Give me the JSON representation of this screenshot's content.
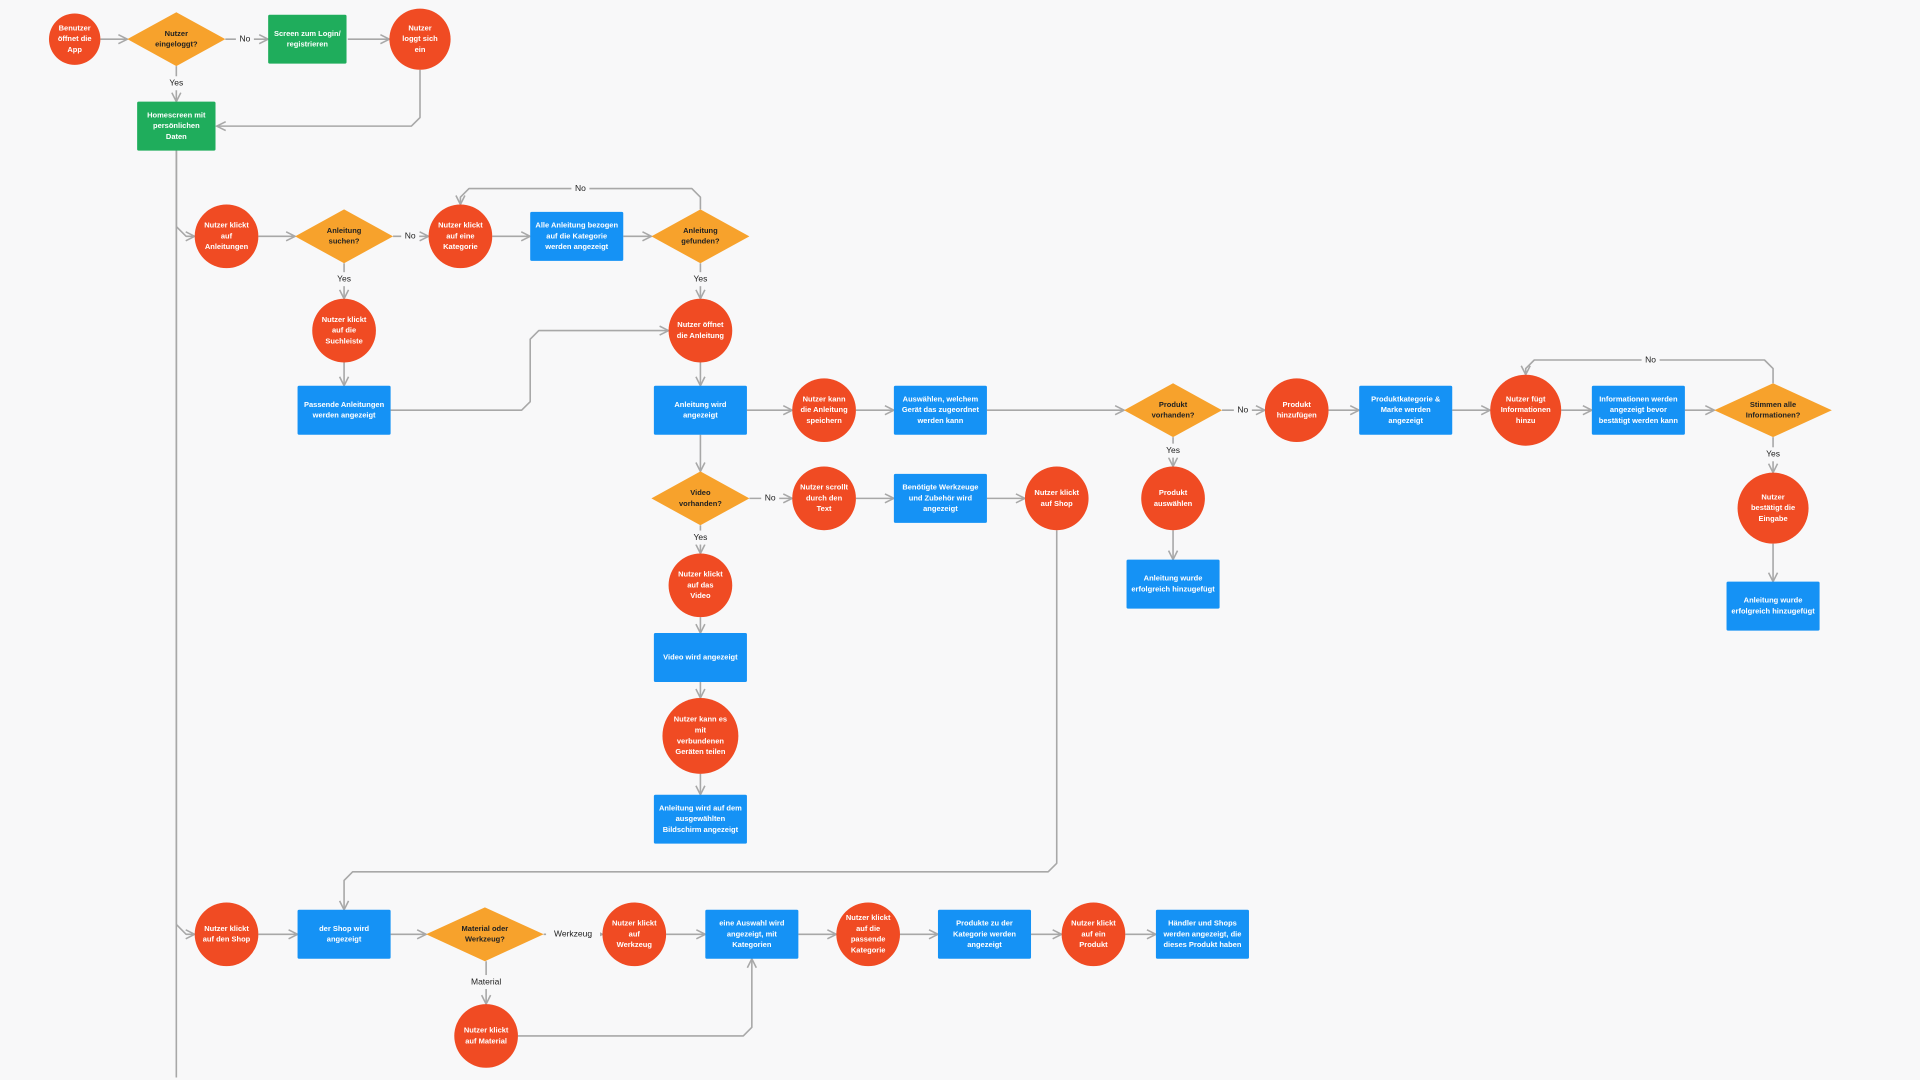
{
  "colors": {
    "background": "#f8f8f9",
    "start_end": "#f04b23",
    "decision": "#f7a22c",
    "process": "#1592f5",
    "screen": "#1fad5c",
    "edge": "#a8a8a8",
    "node_text": "#ffffff",
    "decision_text": "#222222"
  },
  "nodes": [
    {
      "id": "n1",
      "kind": "circle",
      "lines": [
        "Benutzer",
        "öffnet die",
        "App"
      ]
    },
    {
      "id": "n2",
      "kind": "diamond",
      "lines": [
        "Nutzer",
        "eingeloggt?"
      ]
    },
    {
      "id": "n3",
      "kind": "screen",
      "lines": [
        "Screen zum Login/",
        "registrieren"
      ]
    },
    {
      "id": "n4",
      "kind": "circle",
      "lines": [
        "Nutzer",
        "loggt sich",
        "ein"
      ]
    },
    {
      "id": "n5",
      "kind": "screen",
      "lines": [
        "Homescreen mit",
        "persönlichen",
        "Daten"
      ]
    },
    {
      "id": "a1",
      "kind": "circle",
      "lines": [
        "Nutzer klickt",
        "auf",
        "Anleitungen"
      ]
    },
    {
      "id": "a2",
      "kind": "diamond",
      "lines": [
        "Anleitung",
        "suchen?"
      ]
    },
    {
      "id": "a3",
      "kind": "circle",
      "lines": [
        "Nutzer klickt",
        "auf eine",
        "Kategorie"
      ]
    },
    {
      "id": "a4",
      "kind": "rect",
      "lines": [
        "Alle Anleitung bezogen",
        "auf die Kategorie",
        "werden angezeigt"
      ]
    },
    {
      "id": "a5",
      "kind": "diamond",
      "lines": [
        "Anleitung",
        "gefunden?"
      ]
    },
    {
      "id": "a6",
      "kind": "circle",
      "lines": [
        "Nutzer klickt",
        "auf die",
        "Suchleiste"
      ]
    },
    {
      "id": "a7",
      "kind": "rect",
      "lines": [
        "Passende Anleitungen",
        "werden angezeigt"
      ]
    },
    {
      "id": "a8",
      "kind": "circle",
      "lines": [
        "Nutzer öffnet",
        "die Anleitung"
      ]
    },
    {
      "id": "a9",
      "kind": "rect",
      "lines": [
        "Anleitung wird",
        "angezeigt"
      ]
    },
    {
      "id": "a10",
      "kind": "circle",
      "lines": [
        "Nutzer kann",
        "die Anleitung",
        "speichern"
      ]
    },
    {
      "id": "a11",
      "kind": "rect",
      "lines": [
        "Auswählen, welchem",
        "Gerät das zugeordnet",
        "werden kann"
      ]
    },
    {
      "id": "a12",
      "kind": "diamond",
      "lines": [
        "Video",
        "vorhanden?"
      ]
    },
    {
      "id": "a13",
      "kind": "circle",
      "lines": [
        "Nutzer scrollt",
        "durch den",
        "Text"
      ]
    },
    {
      "id": "a14",
      "kind": "rect",
      "lines": [
        "Benötigte Werkzeuge",
        "und Zubehör wird",
        "angezeigt"
      ]
    },
    {
      "id": "a15",
      "kind": "circle",
      "lines": [
        "Nutzer klickt",
        "auf Shop"
      ]
    },
    {
      "id": "a16",
      "kind": "circle",
      "lines": [
        "Nutzer klickt",
        "auf das",
        "Video"
      ]
    },
    {
      "id": "a17",
      "kind": "rect",
      "lines": [
        "Video wird angezeigt"
      ]
    },
    {
      "id": "a18",
      "kind": "circle",
      "lines": [
        "Nutzer kann es",
        "mit",
        "verbundenen",
        "Geräten teilen"
      ]
    },
    {
      "id": "a19",
      "kind": "rect",
      "lines": [
        "Anleitung wird auf dem",
        "ausgewählten",
        "Bildschirm angezeigt"
      ]
    },
    {
      "id": "p1",
      "kind": "diamond",
      "lines": [
        "Produkt",
        "vorhanden?"
      ]
    },
    {
      "id": "p2",
      "kind": "circle",
      "lines": [
        "Produkt",
        "hinzufügen"
      ]
    },
    {
      "id": "p3",
      "kind": "rect",
      "lines": [
        "Produktkategorie &",
        "Marke werden",
        "angezeigt"
      ]
    },
    {
      "id": "p4",
      "kind": "circle",
      "lines": [
        "Nutzer fügt",
        "Informationen",
        "hinzu"
      ]
    },
    {
      "id": "p5",
      "kind": "rect",
      "lines": [
        "Informationen werden",
        "angezeigt bevor",
        "bestätigt werden kann"
      ]
    },
    {
      "id": "p6",
      "kind": "diamond",
      "lines": [
        "Stimmen alle",
        "Informationen?"
      ]
    },
    {
      "id": "p7",
      "kind": "circle",
      "lines": [
        "Produkt",
        "auswählen"
      ]
    },
    {
      "id": "p8",
      "kind": "rect",
      "lines": [
        "Anleitung wurde",
        "erfolgreich hinzugefügt"
      ]
    },
    {
      "id": "p9",
      "kind": "circle",
      "lines": [
        "Nutzer",
        "bestätigt die",
        "Eingabe"
      ]
    },
    {
      "id": "p10",
      "kind": "rect",
      "lines": [
        "Anleitung wurde",
        "erfolgreich hinzugefügt"
      ]
    },
    {
      "id": "s1",
      "kind": "circle",
      "lines": [
        "Nutzer klickt",
        "auf den Shop"
      ]
    },
    {
      "id": "s2",
      "kind": "rect",
      "lines": [
        "der Shop wird",
        "angezeigt"
      ]
    },
    {
      "id": "s3",
      "kind": "diamond",
      "lines": [
        "Material oder",
        "Werkzeug?"
      ]
    },
    {
      "id": "s4",
      "kind": "circle",
      "lines": [
        "Nutzer klickt",
        "auf",
        "Werkzeug"
      ]
    },
    {
      "id": "s5",
      "kind": "rect",
      "lines": [
        "eine Auswahl wird",
        "angezeigt, mit",
        "Kategorien"
      ]
    },
    {
      "id": "s6",
      "kind": "circle",
      "lines": [
        "Nutzer klickt",
        "auf die",
        "passende",
        "Kategorie"
      ]
    },
    {
      "id": "s7",
      "kind": "rect",
      "lines": [
        "Produkte zu der",
        "Kategorie werden",
        "angezeigt"
      ]
    },
    {
      "id": "s8",
      "kind": "circle",
      "lines": [
        "Nutzer klickt",
        "auf ein",
        "Produkt"
      ]
    },
    {
      "id": "s9",
      "kind": "rect",
      "lines": [
        "Händler und Shops",
        "werden angezeigt, die",
        "dieses Produkt haben"
      ]
    },
    {
      "id": "s10",
      "kind": "circle",
      "lines": [
        "Nutzer klickt",
        "auf Material"
      ]
    }
  ],
  "edges": [
    {
      "from": "n1",
      "to": "n2",
      "label": ""
    },
    {
      "from": "n2",
      "to": "n3",
      "label": "No"
    },
    {
      "from": "n3",
      "to": "n4",
      "label": ""
    },
    {
      "from": "n4",
      "to": "n5",
      "label": ""
    },
    {
      "from": "n2",
      "to": "n5",
      "label": "Yes"
    },
    {
      "from": "n5",
      "to": "a1",
      "label": ""
    },
    {
      "from": "a1",
      "to": "a2",
      "label": ""
    },
    {
      "from": "a2",
      "to": "a3",
      "label": "No"
    },
    {
      "from": "a3",
      "to": "a4",
      "label": ""
    },
    {
      "from": "a4",
      "to": "a5",
      "label": ""
    },
    {
      "from": "a5",
      "to": "a3",
      "label": "No"
    },
    {
      "from": "a2",
      "to": "a6",
      "label": "Yes"
    },
    {
      "from": "a6",
      "to": "a7",
      "label": ""
    },
    {
      "from": "a7",
      "to": "a8",
      "label": ""
    },
    {
      "from": "a5",
      "to": "a8",
      "label": "Yes"
    },
    {
      "from": "a8",
      "to": "a9",
      "label": ""
    },
    {
      "from": "a9",
      "to": "a10",
      "label": ""
    },
    {
      "from": "a10",
      "to": "a11",
      "label": ""
    },
    {
      "from": "a11",
      "to": "p1",
      "label": ""
    },
    {
      "from": "a9",
      "to": "a12",
      "label": ""
    },
    {
      "from": "a12",
      "to": "a13",
      "label": "No"
    },
    {
      "from": "a13",
      "to": "a14",
      "label": ""
    },
    {
      "from": "a14",
      "to": "a15",
      "label": ""
    },
    {
      "from": "a12",
      "to": "a16",
      "label": "Yes"
    },
    {
      "from": "a16",
      "to": "a17",
      "label": ""
    },
    {
      "from": "a17",
      "to": "a18",
      "label": ""
    },
    {
      "from": "a18",
      "to": "a19",
      "label": ""
    },
    {
      "from": "p1",
      "to": "p2",
      "label": "No"
    },
    {
      "from": "p2",
      "to": "p3",
      "label": ""
    },
    {
      "from": "p3",
      "to": "p4",
      "label": ""
    },
    {
      "from": "p4",
      "to": "p5",
      "label": ""
    },
    {
      "from": "p5",
      "to": "p6",
      "label": ""
    },
    {
      "from": "p6",
      "to": "p4",
      "label": "No"
    },
    {
      "from": "p1",
      "to": "p7",
      "label": "Yes"
    },
    {
      "from": "p7",
      "to": "p8",
      "label": ""
    },
    {
      "from": "p6",
      "to": "p9",
      "label": "Yes"
    },
    {
      "from": "p9",
      "to": "p10",
      "label": ""
    },
    {
      "from": "a15",
      "to": "s2",
      "label": ""
    },
    {
      "from": "n5",
      "to": "s1",
      "label": ""
    },
    {
      "from": "s1",
      "to": "s2",
      "label": ""
    },
    {
      "from": "s2",
      "to": "s3",
      "label": ""
    },
    {
      "from": "s3",
      "to": "s4",
      "label": "Werkzeug"
    },
    {
      "from": "s4",
      "to": "s5",
      "label": ""
    },
    {
      "from": "s5",
      "to": "s6",
      "label": ""
    },
    {
      "from": "s6",
      "to": "s7",
      "label": ""
    },
    {
      "from": "s7",
      "to": "s8",
      "label": ""
    },
    {
      "from": "s8",
      "to": "s9",
      "label": ""
    },
    {
      "from": "s3",
      "to": "s10",
      "label": "Material"
    },
    {
      "from": "s10",
      "to": "s5",
      "label": ""
    }
  ]
}
